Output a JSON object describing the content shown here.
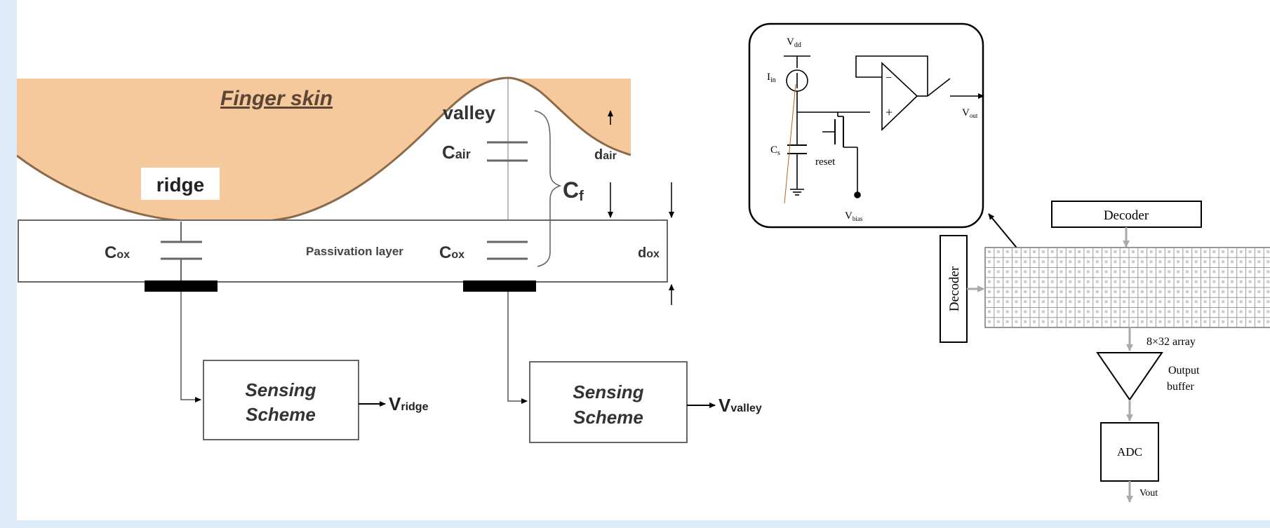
{
  "left_diagram": {
    "finger_skin_label": "Finger skin",
    "ridge_label": "ridge",
    "valley_label": "valley",
    "c_air_main": "C",
    "c_air_sub": "air",
    "d_air_main": "d",
    "d_air_sub": "air",
    "c_f_main": "C",
    "c_f_sub": "f",
    "c_ox_main": "C",
    "c_ox_sub": "ox",
    "d_ox_main": "d",
    "d_ox_sub": "ox",
    "passivation_label": "Passivation layer",
    "sensing_line1": "Sensing",
    "sensing_line2": "Scheme",
    "v_main": "V",
    "v_ridge_sub": "ridge",
    "v_valley_sub": "valley"
  },
  "right_diagram": {
    "vdd_main": "V",
    "vdd_sub": "dd",
    "iin_main": "I",
    "iin_sub": "in",
    "cs_main": "C",
    "cs_sub": "s",
    "reset_label": "reset",
    "vbias_main": "V",
    "vbias_sub": "bias",
    "vout_main": "V",
    "vout_sub": "out",
    "plus_sign": "+",
    "minus_sign": "−",
    "decoder_top_label": "Decoder",
    "decoder_left_label": "Decoder",
    "array_label": "8×32 array",
    "output_buffer_line1": "Output",
    "output_buffer_line2": "buffer",
    "adc_label": "ADC",
    "vout_final_label": "Vout"
  },
  "colors": {
    "finger_skin": "#f5c99b",
    "finger_outline": "#8a6a4a",
    "electrode": "#000000",
    "page_border": "#dcebf7"
  }
}
